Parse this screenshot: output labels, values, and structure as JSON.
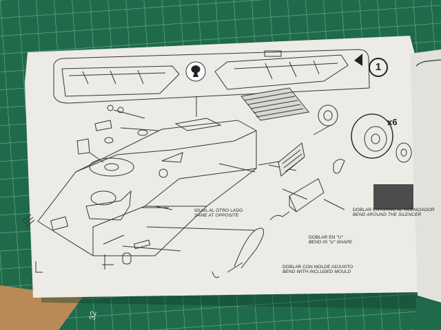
{
  "photo": {
    "subject": "model kit assembly instruction sheet lying on a green cutting mat",
    "colors": {
      "mat": "#1f6a4a",
      "grid": "#7fbf9d",
      "paper": "#ecebe6",
      "ink": "#2a2a2a",
      "wood": "#b98a57"
    }
  },
  "instruction_sheet": {
    "step_number": "1",
    "wheel_quantity": "x6",
    "labels": {
      "same_side_es": "IGUAL AL OTRO LADO",
      "same_side_en": "SAME AT OPPOSITE",
      "bend_around_es": "DOBLAR ENTORNO AL SILENCIADOR",
      "bend_around_en": "BEND AROUND THE SILENCER",
      "bend_u_es": "DOBLAR EN \"U\"",
      "bend_u_en": "BEND IN \"U\" SHAPE",
      "mould_es": "DOBLAR CON MOLDE ADJUNTO",
      "mould_en": "BEND WITH INCLUDED MOULD"
    }
  },
  "cutting_mat": {
    "ruler_marks": [
      "32"
    ]
  }
}
